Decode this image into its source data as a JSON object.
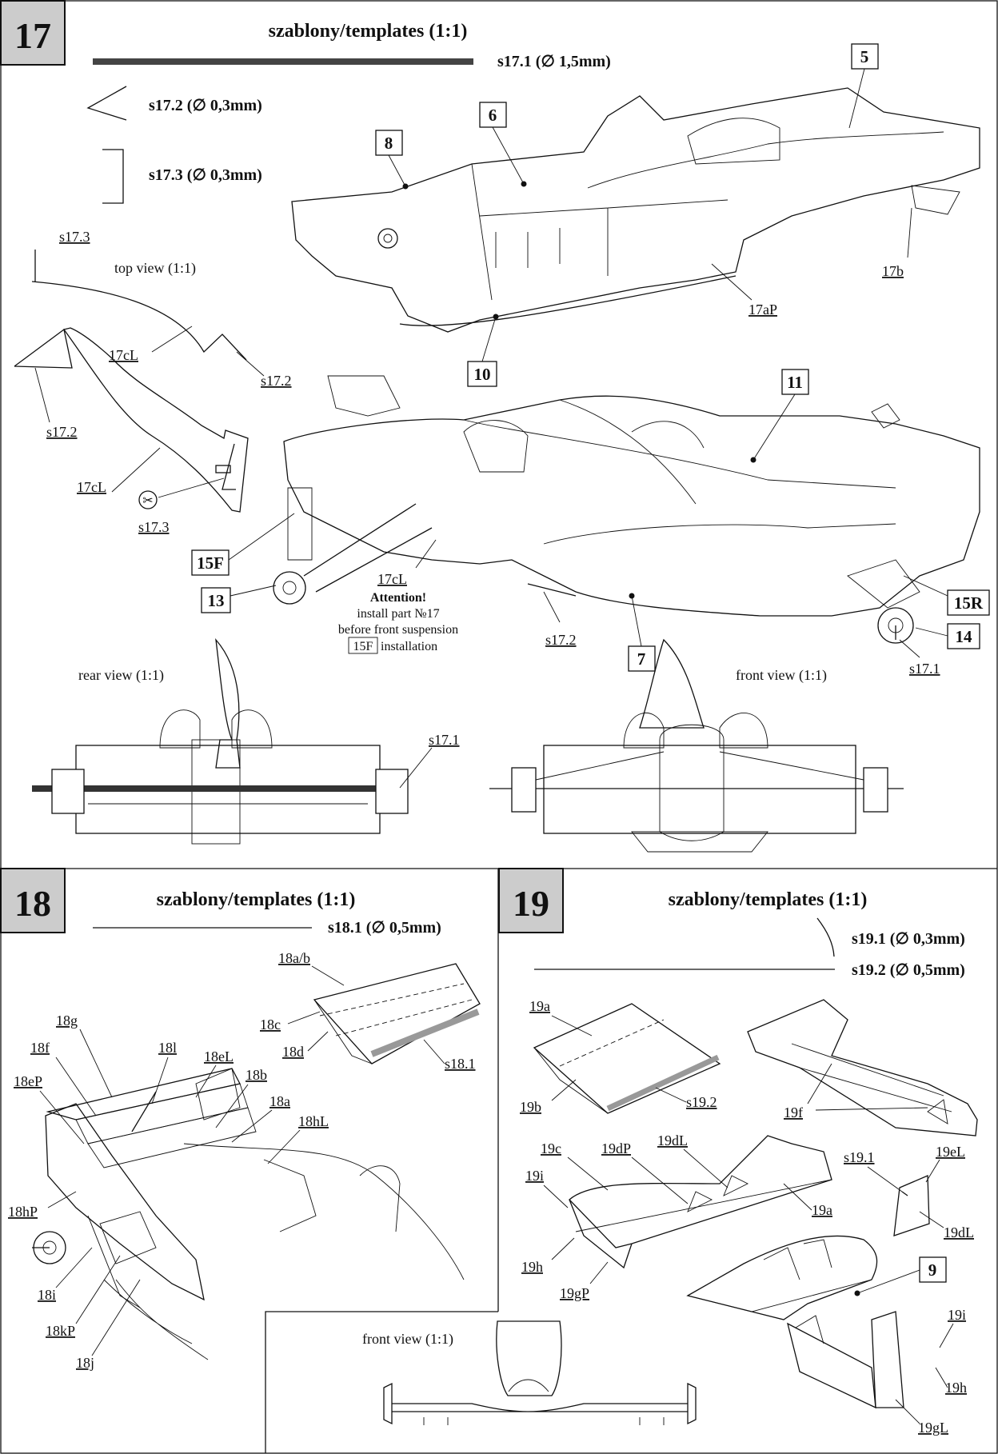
{
  "sections": [
    {
      "step": "17",
      "heading": "szablony/templates (1:1)",
      "templates": [
        "s17.1 (∅ 1,5mm)",
        "s17.2 (∅ 0,3mm)",
        "s17.3 (∅ 0,3mm)"
      ],
      "views": [
        "top view (1:1)",
        "rear view (1:1)",
        "front view (1:1)"
      ],
      "part_boxes": [
        "5",
        "6",
        "8",
        "10",
        "11",
        "15F",
        "13",
        "7",
        "15R",
        "14"
      ],
      "labels": [
        "s17.3",
        "17cL",
        "s17.2",
        "s17.2",
        "17cL",
        "s17.3",
        "17b",
        "17aP",
        "17cL",
        "s17.2",
        "s17.1",
        "s17.1"
      ],
      "note": {
        "title": "Attention!",
        "line1": "install part №17",
        "line2": "before front suspension",
        "box": "15F",
        "line3": "installation"
      }
    },
    {
      "step": "18",
      "heading": "szablony/templates (1:1)",
      "templates": [
        "s18.1 (∅ 0,5mm)"
      ],
      "labels": [
        "18a/b",
        "18c",
        "18d",
        "s18.1",
        "18g",
        "18f",
        "18l",
        "18eL",
        "18eP",
        "18b",
        "18a",
        "18hL",
        "18hP",
        "18i",
        "18kP",
        "18j"
      ]
    },
    {
      "step": "19",
      "heading": "szablony/templates (1:1)",
      "templates": [
        "s19.1 (∅ 0,3mm)",
        "s19.2 (∅ 0,5mm)"
      ],
      "views": [
        "front view (1:1)"
      ],
      "part_boxes": [
        "9"
      ],
      "labels": [
        "19a",
        "19b",
        "s19.2",
        "19f",
        "19c",
        "19dP",
        "19dL",
        "19i",
        "19a",
        "19h",
        "19gP",
        "s19.1",
        "19eL",
        "19dL",
        "19i",
        "19h",
        "19gL"
      ]
    }
  ]
}
